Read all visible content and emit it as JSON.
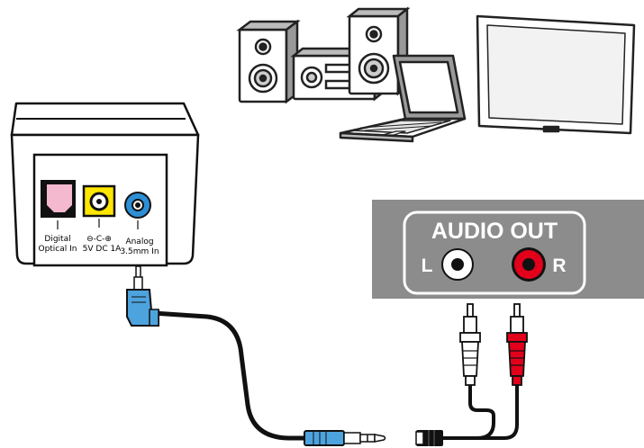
{
  "device_labels": {
    "digital_line1": "Digital",
    "digital_line2": "Optical In",
    "power_symbol": "⊖-C-⊕",
    "power_rating": "5V DC  1A",
    "analog_line1": "Analog",
    "analog_line2": "3.5mm In"
  },
  "audio_panel": {
    "title": "AUDIO OUT",
    "left": "L",
    "right": "R"
  },
  "colors": {
    "optical_port": "#f4b8cf",
    "power_port": "#ffe600",
    "analog_port": "#2d8fd6",
    "jack_blue": "#4da3dd",
    "rca_red": "#e2001a",
    "panel_gray": "#8c8c8c",
    "device_body": "#ffffff",
    "outline": "#111111"
  },
  "icons": [
    "speaker-stereo-system-icon",
    "laptop-icon",
    "flat-tv-icon",
    "bluetooth-receiver-device",
    "audio-cable-icon"
  ]
}
